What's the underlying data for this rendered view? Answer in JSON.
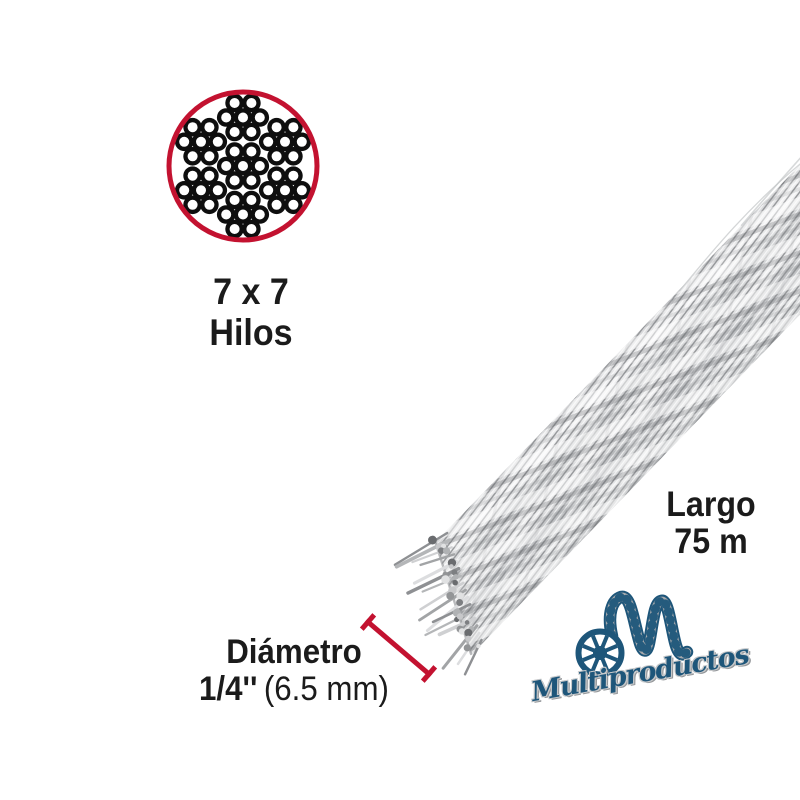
{
  "product_annotations": {
    "strand_count": "7 x 7",
    "strand_unit": "Hilos",
    "length_label": "Largo",
    "length_value": "75 m",
    "diameter_label": "Diámetro",
    "diameter_value_imperial": "1/4''",
    "diameter_value_metric": "(6.5 mm)"
  },
  "brand": {
    "name": "Multiproductos"
  },
  "colors": {
    "accent_red": "#c31230",
    "brand_blue": "#1e567a",
    "film_gray": "#a7a9ac",
    "text_black": "#1b1b1b"
  }
}
